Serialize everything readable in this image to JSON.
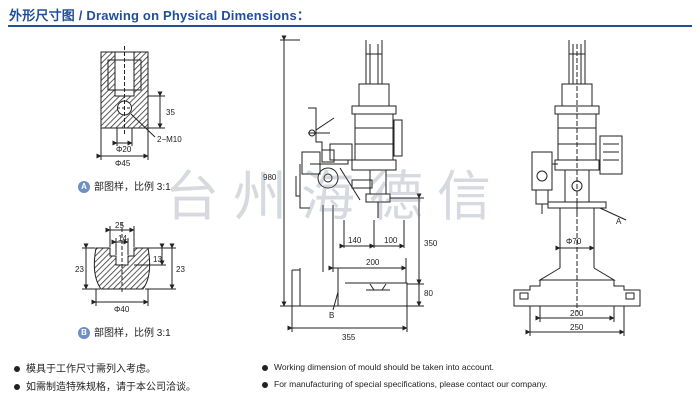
{
  "header": {
    "title": "外形尺寸图 / Drawing on Physical Dimensions："
  },
  "detail_a": {
    "badge": "A",
    "caption": "部图样，比例 3:1",
    "dims": {
      "d35": "35",
      "thread": "2−M10",
      "phi20": "Φ20",
      "phi45": "Φ45"
    }
  },
  "detail_b": {
    "badge": "B",
    "caption": "部图样，比例 3:1",
    "dims": {
      "d25": "25",
      "d14": "14",
      "d23_left": "23",
      "d13": "13",
      "d23_right": "23",
      "phi40": "Φ40"
    }
  },
  "side_view": {
    "dims": {
      "h980": "980",
      "w140": "140",
      "w100": "100",
      "w200": "200",
      "h350": "350",
      "h80": "80",
      "w355": "355",
      "label_b": "B"
    }
  },
  "front_view": {
    "dims": {
      "label_a": "A",
      "phi70": "Φ70",
      "w200": "200",
      "w250": "250"
    }
  },
  "notes": [
    "模具于工作尺寸需列入考虑。",
    "如需制造特殊规格，请于本公司洽谈。",
    "Working dimension of mould should be taken into account.",
    "For manufacturing of special specifications, please contact our company."
  ],
  "watermark": "台州海德信",
  "colors": {
    "accent": "#1f4e9a",
    "badge": "#6d8fc4",
    "line": "#222222",
    "fill": "#444444"
  }
}
